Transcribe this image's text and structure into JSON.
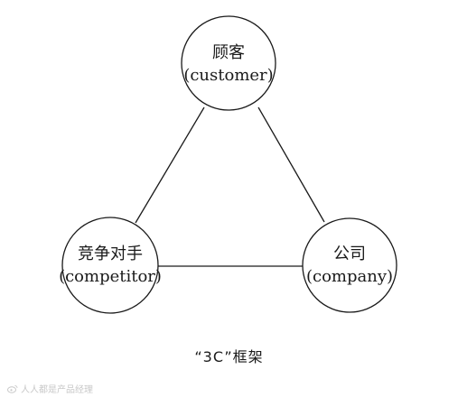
{
  "diagram": {
    "nodes": [
      {
        "id": "customer",
        "line1": "顾客",
        "line2": "(customer)"
      },
      {
        "id": "competitor",
        "line1": "竞争对手",
        "line2": "(competitor)"
      },
      {
        "id": "company",
        "line1": "公司",
        "line2": "(company)"
      }
    ],
    "edges": [
      [
        "customer",
        "competitor"
      ],
      [
        "customer",
        "company"
      ],
      [
        "competitor",
        "company"
      ]
    ],
    "caption": "“3C”框架"
  },
  "watermark": {
    "text": "人人都是产品经理",
    "icon": "weibo-icon"
  }
}
